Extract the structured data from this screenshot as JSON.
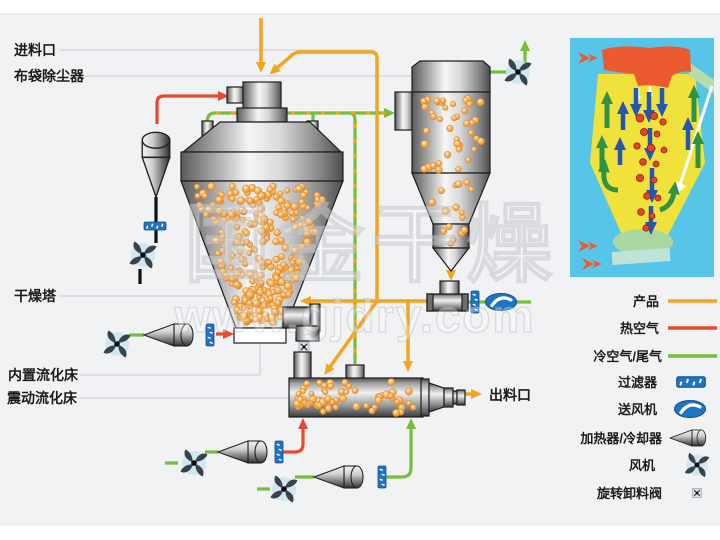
{
  "labels": {
    "feed_inlet": "进料口",
    "bag_filter": "布袋除尘器",
    "drying_tower": "干燥塔",
    "internal_fluid_bed": "内置流化床",
    "vibrating_fluid_bed": "震动流化床",
    "discharge_outlet": "出料口"
  },
  "legend": {
    "items": [
      {
        "label": "产品",
        "symbol": "product-line",
        "color": "#F2A51F"
      },
      {
        "label": "热空气",
        "symbol": "hot-air-line",
        "color": "#E8492F"
      },
      {
        "label": "冷空气/尾气",
        "symbol": "cold-exhaust-line",
        "color": "#76BE3C"
      },
      {
        "label": "过滤器",
        "symbol": "filter"
      },
      {
        "label": "送风机",
        "symbol": "blower"
      },
      {
        "label": "加热器/冷却器",
        "symbol": "heater-cooler"
      },
      {
        "label": "风机",
        "symbol": "fan"
      },
      {
        "label": "旋转卸料阀",
        "symbol": "rotary-discharge-valve"
      }
    ]
  },
  "watermark": {
    "line1": "国金干燥",
    "line2": "www.gjdry.com"
  },
  "colors": {
    "background": "#f0f2f4",
    "product": "#F2A51F",
    "hot_air": "#E8492F",
    "cold_air": "#76BE3C",
    "device_blue": "#1f74c4",
    "particle": "#f09a2e"
  }
}
